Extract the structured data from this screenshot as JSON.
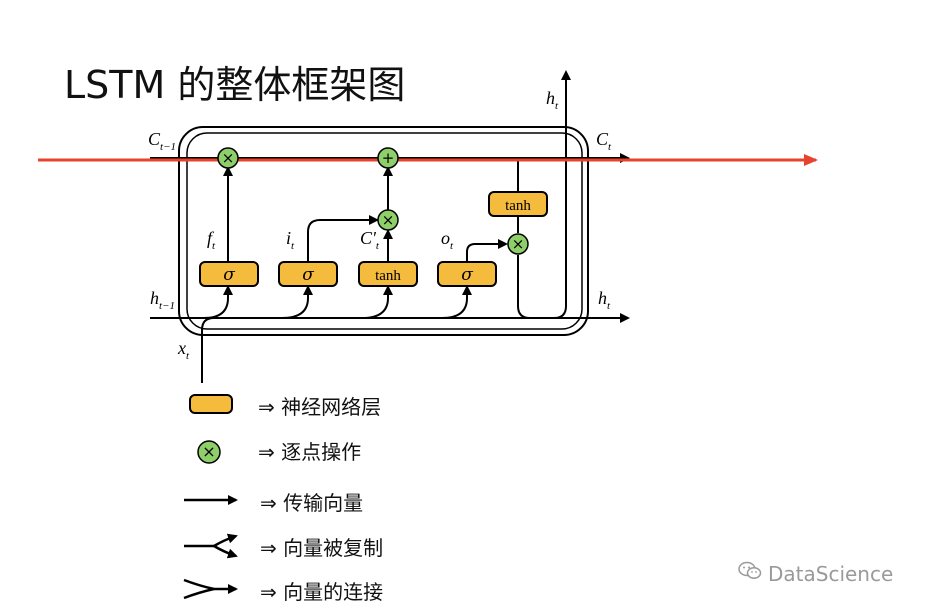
{
  "title": "LSTM 的整体框架图",
  "diagram": {
    "labels": {
      "c_prev": "C",
      "c_prev_sub": "t−1",
      "c_next": "C",
      "c_next_sub": "t",
      "h_prev": "h",
      "h_prev_sub": "t−1",
      "h_next": "h",
      "h_next_sub": "t",
      "h_top": "h",
      "h_top_sub": "t",
      "x_in": "x",
      "x_in_sub": "t",
      "f": "f",
      "f_sub": "t",
      "i": "i",
      "i_sub": "t",
      "c_tilde": "C'",
      "c_tilde_sub": "t",
      "o": "o",
      "o_sub": "t"
    },
    "gates": {
      "sigma": "σ",
      "tanh": "tanh"
    },
    "ops": {
      "multiply": "×",
      "add": "+"
    }
  },
  "legend": {
    "layer": "⇒ 神经网络层",
    "pointwise": "⇒ 逐点操作",
    "transfer": "⇒ 传输向量",
    "copy": "⇒ 向量被复制",
    "concat": "⇒ 向量的连接"
  },
  "watermark": "DataScience",
  "colors": {
    "gate_fill": "#f5bb3c",
    "op_fill": "#8fcf6a",
    "highlight_line": "#e8422f"
  }
}
